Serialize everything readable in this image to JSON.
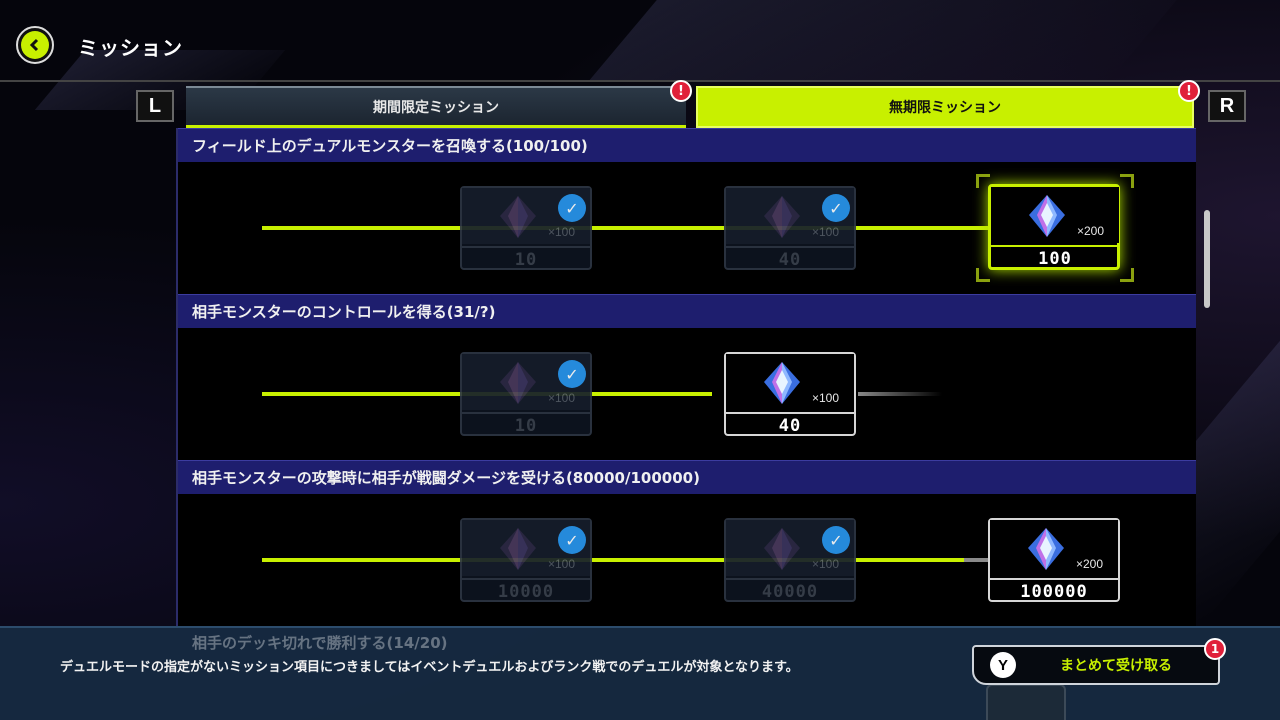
{
  "header": {
    "title": "ミッション",
    "back_icon": "chevron-left-icon"
  },
  "shoulders": {
    "left": "L",
    "right": "R"
  },
  "tabs": [
    {
      "label": "期間限定ミッション",
      "selected": false,
      "alert": "!"
    },
    {
      "label": "無期限ミッション",
      "selected": true,
      "alert": "!"
    }
  ],
  "accent_color": "#c8f000",
  "missions": [
    {
      "title": "フィールド上のデュアルモンスターを召喚する(100/100)",
      "rewards": [
        {
          "label": "10",
          "quantity": "×100",
          "claimed": true
        },
        {
          "label": "40",
          "quantity": "×100",
          "claimed": true
        },
        {
          "label": "100",
          "quantity": "×200",
          "claimed": false,
          "selected": true
        }
      ]
    },
    {
      "title": "相手モンスターのコントロールを得る(31/?)",
      "rewards": [
        {
          "label": "10",
          "quantity": "×100",
          "claimed": true
        },
        {
          "label": "40",
          "quantity": "×100",
          "claimed": false
        }
      ]
    },
    {
      "title": "相手モンスターの攻撃時に相手が戦闘ダメージを受ける(80000/100000)",
      "rewards": [
        {
          "label": "10000",
          "quantity": "×100",
          "claimed": true
        },
        {
          "label": "40000",
          "quantity": "×100",
          "claimed": true
        },
        {
          "label": "100000",
          "quantity": "×200",
          "claimed": false
        }
      ]
    }
  ],
  "next_mission_title": "相手のデッキ切れで勝利する(14/20)",
  "footer": {
    "note": "デュエルモードの指定がないミッション項目につきましてはイベントデュエルおよびランク戦でのデュエルが対象となります。",
    "claim_button": {
      "key": "Y",
      "label": "まとめて受け取る",
      "badge": "1"
    }
  }
}
